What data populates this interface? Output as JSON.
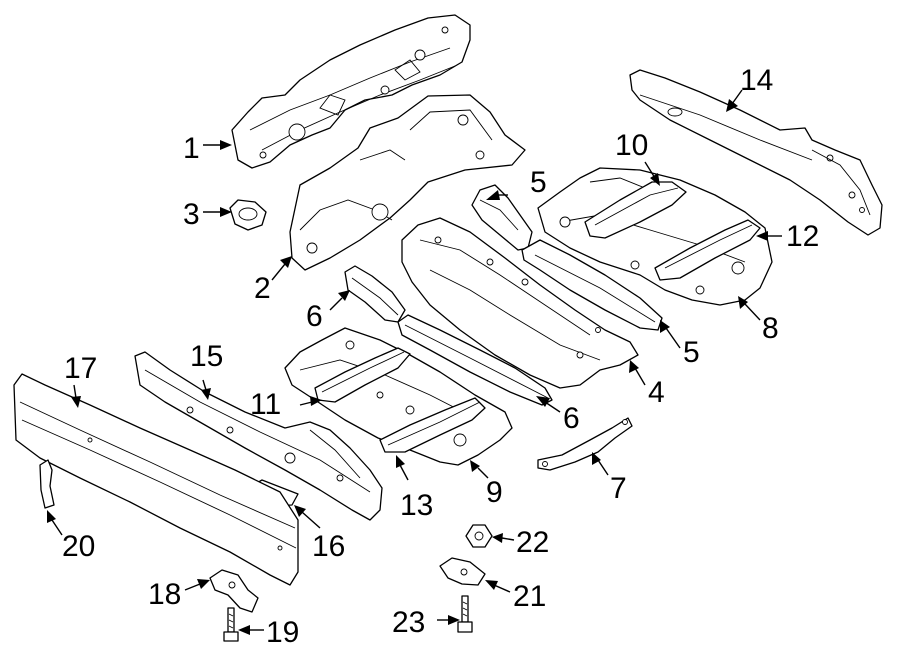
{
  "callouts": [
    "1",
    "2",
    "3",
    "5",
    "5",
    "6",
    "6",
    "4",
    "7",
    "8",
    "9",
    "10",
    "11",
    "12",
    "13",
    "14",
    "15",
    "16",
    "17",
    "18",
    "19",
    "20",
    "21",
    "22",
    "23"
  ]
}
